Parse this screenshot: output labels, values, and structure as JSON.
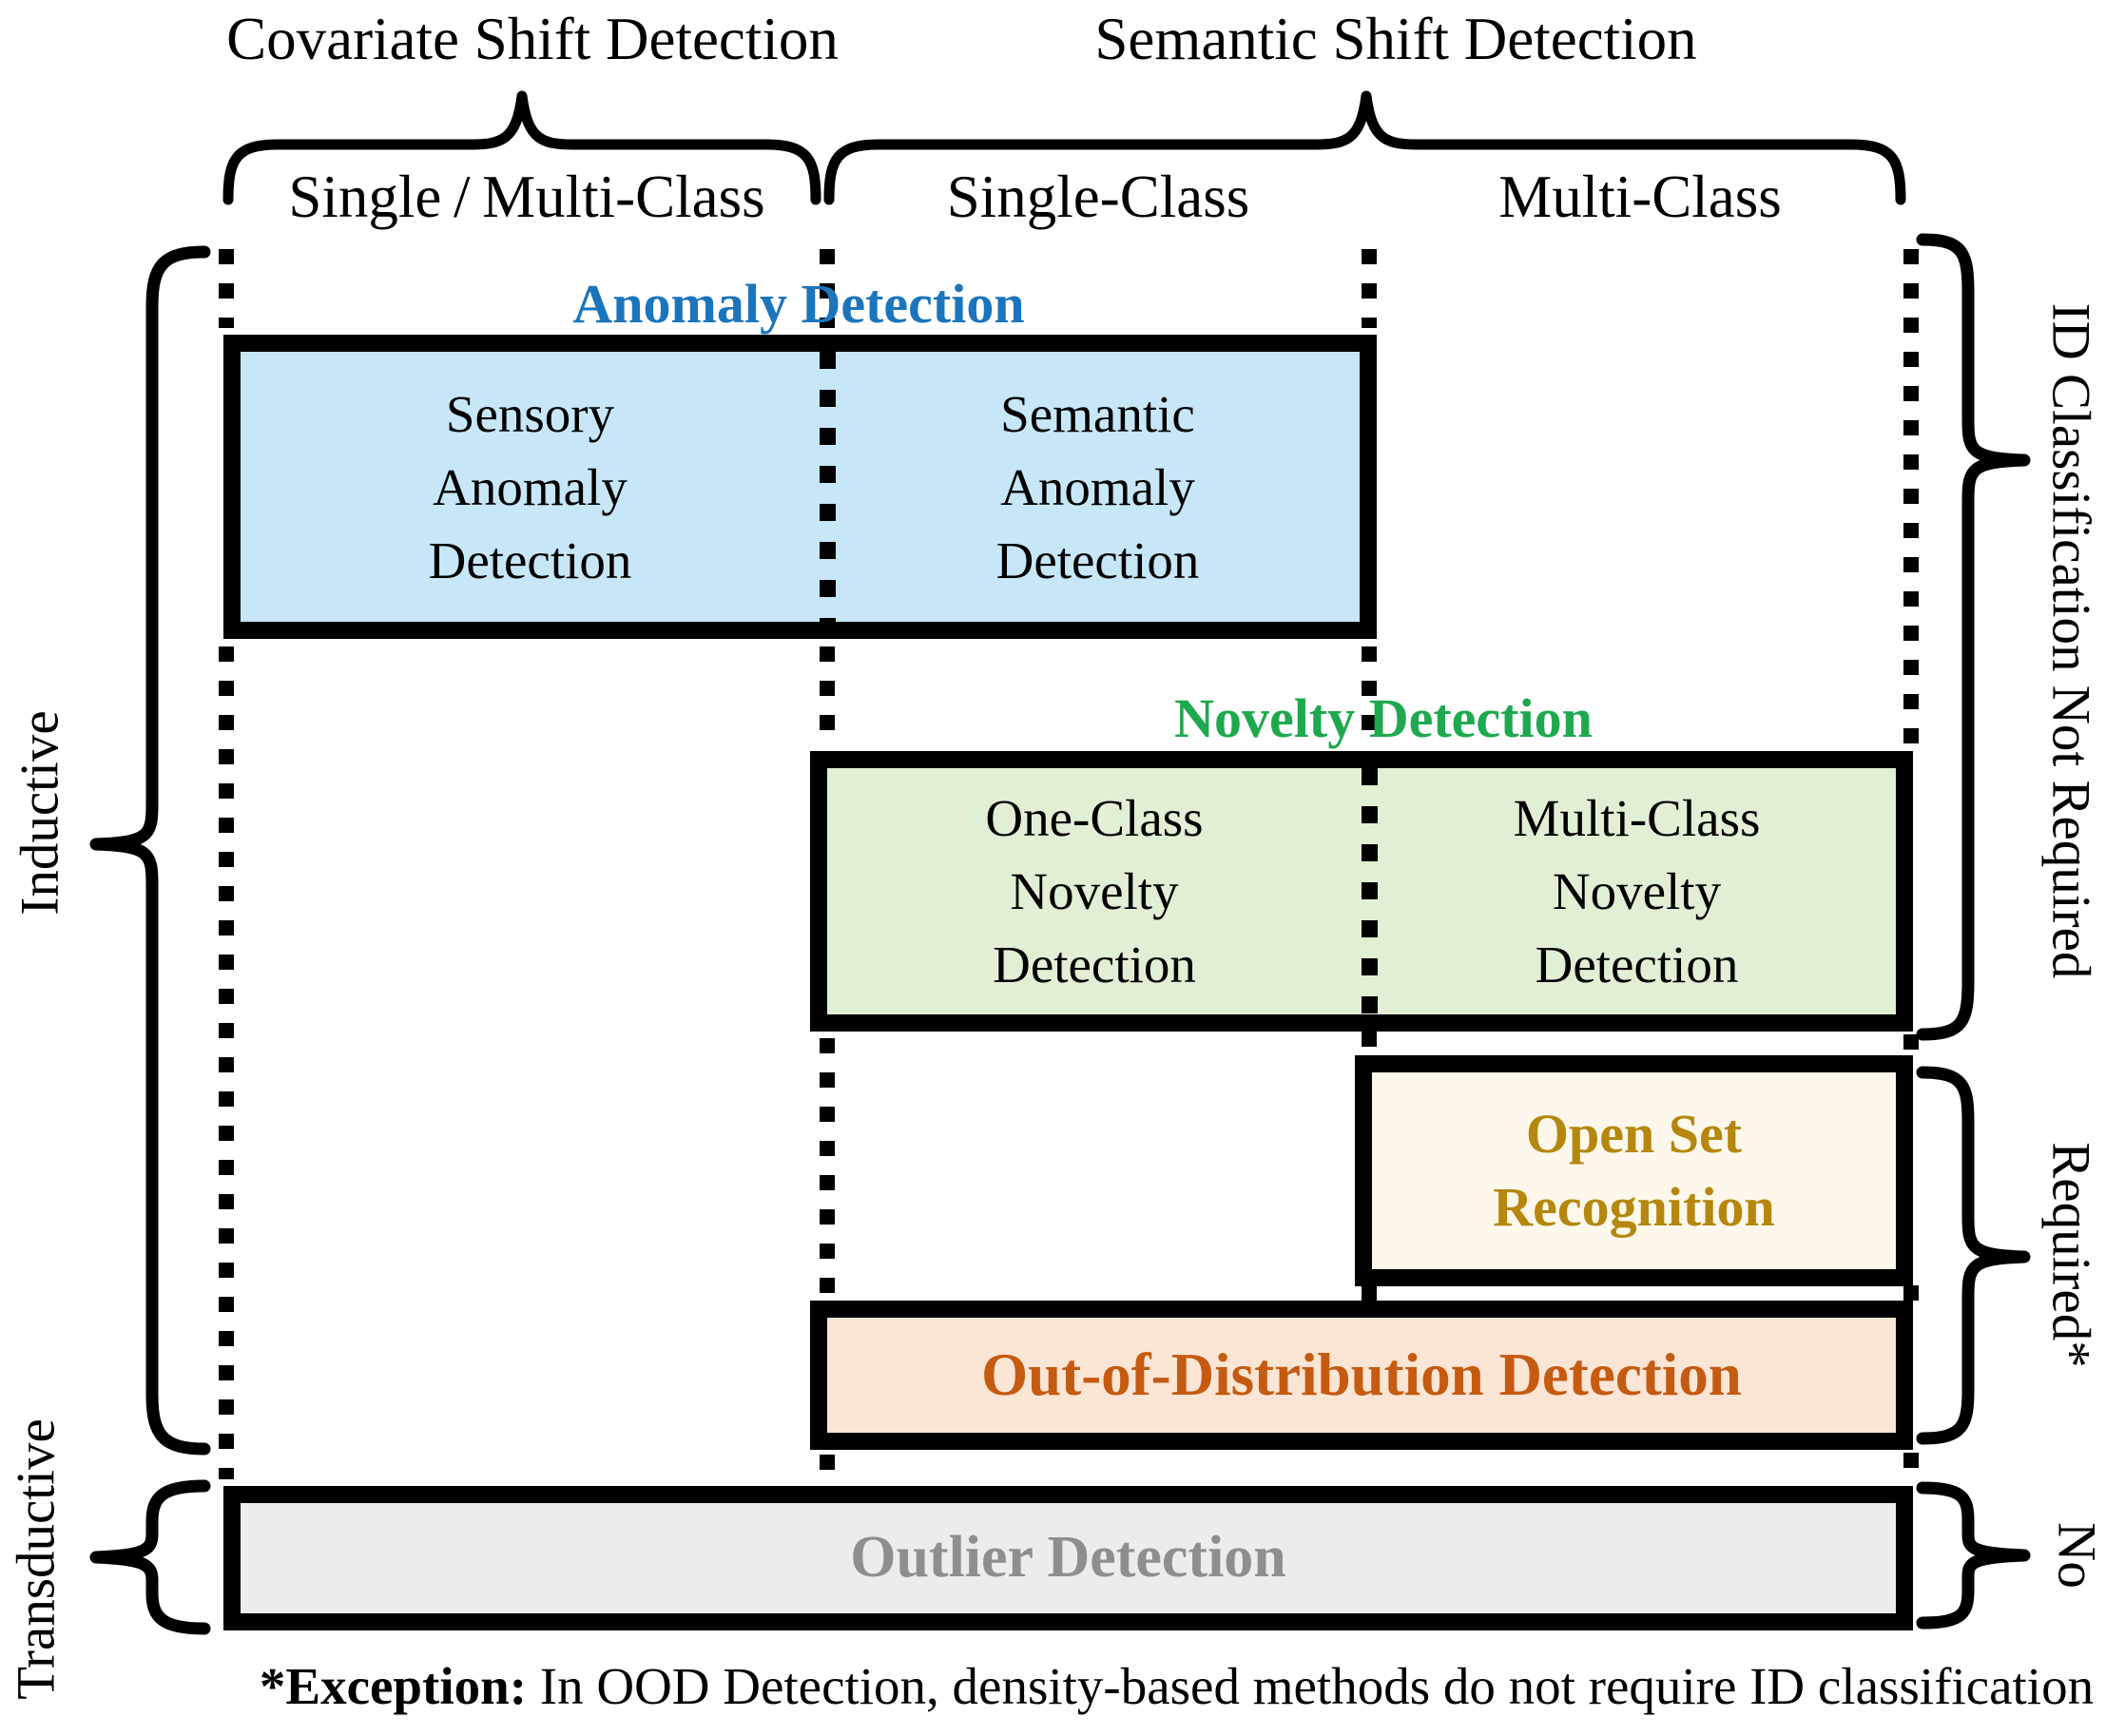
{
  "figure": {
    "top_group_labels": {
      "covariate": "Covariate Shift Detection",
      "semantic": "Semantic Shift Detection"
    },
    "column_headers": {
      "col1": "Single / Multi-Class",
      "col2": "Single-Class",
      "col3": "Multi-Class"
    },
    "left_axis": {
      "inductive": "Inductive",
      "transductive": "Transductive"
    },
    "right_axis": {
      "not_required": "ID Classification Not Required",
      "required": "Required*",
      "no": "No"
    },
    "sections": {
      "anomaly_detection": {
        "label": "Anomaly Detection",
        "label_color": "#1B75BC",
        "box_fill": "#C7E7F8",
        "cells": {
          "sensory": "Sensory\nAnomaly\nDetection",
          "semantic": "Semantic\nAnomaly\nDetection"
        }
      },
      "novelty_detection": {
        "label": "Novelty Detection",
        "label_color": "#1EA94F",
        "box_fill": "#E1EFD4",
        "cells": {
          "one_class": "One-Class\nNovelty\nDetection",
          "multi_class": "Multi-Class\nNovelty\nDetection"
        }
      },
      "open_set_recognition": {
        "label": "Open Set\nRecognition",
        "label_color": "#B5870E",
        "box_fill": "#FDF8EB"
      },
      "ood_detection": {
        "label": "Out-of-Distribution Detection",
        "label_color": "#C55A11",
        "box_fill": "#FBE5D5"
      },
      "outlier_detection": {
        "label": "Outlier Detection",
        "label_color": "#8E8E8E",
        "box_fill": "#ECECEC"
      }
    },
    "footnote": {
      "bold": "*Exception:",
      "rest": " In OOD Detection, density-based methods do not require ID classification"
    }
  }
}
